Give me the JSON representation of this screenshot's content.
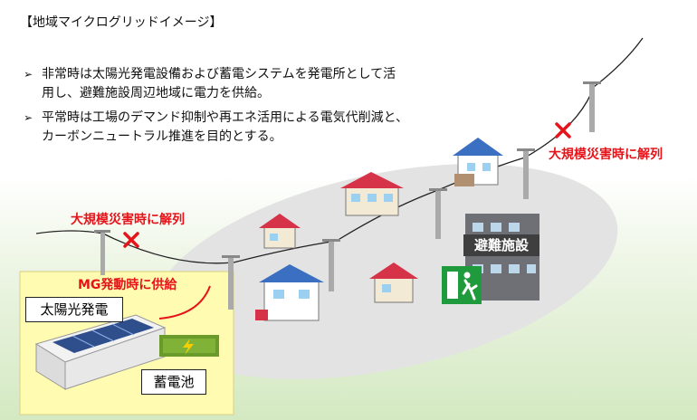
{
  "title": "【地域マイクログリッドイメージ】",
  "bullets": [
    {
      "mark": "➢",
      "line1": "非常時は太陽光発電設備および蓄電システムを発電所として活",
      "line2": "用し、避難施設周辺地域に電力を供給。"
    },
    {
      "mark": "➢",
      "line1": "平常時は工場のデマンド抑制や再エネ活用による電気代削減と、",
      "line2": "カーボンニュートラル推進を目的とする。"
    }
  ],
  "labels": {
    "disaster_disconnect_right": "大規模災害時に解列",
    "disaster_disconnect_left": "大規模災害時に解列",
    "mg_supply": "MG発動時に供給",
    "solar": "太陽光発電",
    "battery": "蓄電池",
    "shelter": "避難施設"
  },
  "colors": {
    "accent_red": "#e5141b",
    "highlight_yellow": "#fffbb0",
    "ground_gray": "#e4e4e4",
    "exit_green": "#1f9a3c"
  },
  "icons": [
    "disconnect-x-icon",
    "emergency-exit-icon",
    "battery-bolt-icon"
  ]
}
